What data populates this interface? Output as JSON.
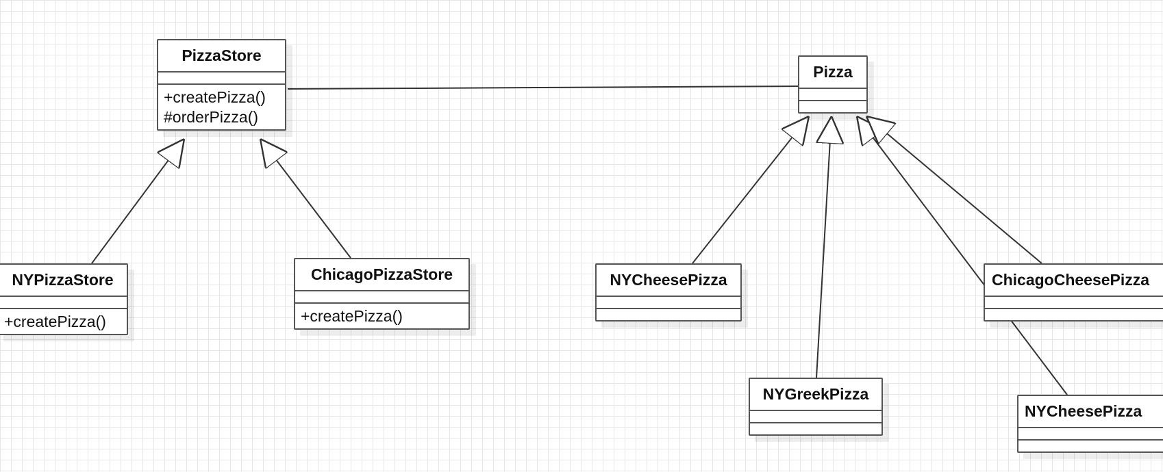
{
  "classes": {
    "pizza_store": {
      "name": "PizzaStore",
      "ops": [
        "+createPizza()",
        "#orderPizza()"
      ]
    },
    "ny_pizza_store": {
      "name": "NYPizzaStore",
      "ops": [
        "+createPizza()"
      ]
    },
    "chicago_pizza_store": {
      "name": "ChicagoPizzaStore",
      "ops": [
        "+createPizza()"
      ]
    },
    "pizza": {
      "name": "Pizza"
    },
    "ny_cheese_pizza_a": {
      "name": "NYCheesePizza"
    },
    "ny_greek_pizza": {
      "name": "NYGreekPizza"
    },
    "chicago_cheese_pizza": {
      "name": "ChicagoCheesePizza"
    },
    "ny_cheese_pizza_b": {
      "name": "NYCheesePizza"
    }
  },
  "relations": [
    {
      "type": "association",
      "from": "PizzaStore",
      "to": "Pizza"
    },
    {
      "type": "generalization",
      "from": "NYPizzaStore",
      "to": "PizzaStore"
    },
    {
      "type": "generalization",
      "from": "ChicagoPizzaStore",
      "to": "PizzaStore"
    },
    {
      "type": "generalization",
      "from": "NYCheesePizza",
      "to": "Pizza"
    },
    {
      "type": "generalization",
      "from": "NYGreekPizza",
      "to": "Pizza"
    },
    {
      "type": "generalization",
      "from": "NYCheesePizza",
      "to": "Pizza"
    },
    {
      "type": "generalization",
      "from": "ChicagoCheesePizza",
      "to": "Pizza"
    }
  ],
  "colors": {
    "line": "#333333",
    "border": "#555555",
    "grid": "#e6e6e6"
  }
}
